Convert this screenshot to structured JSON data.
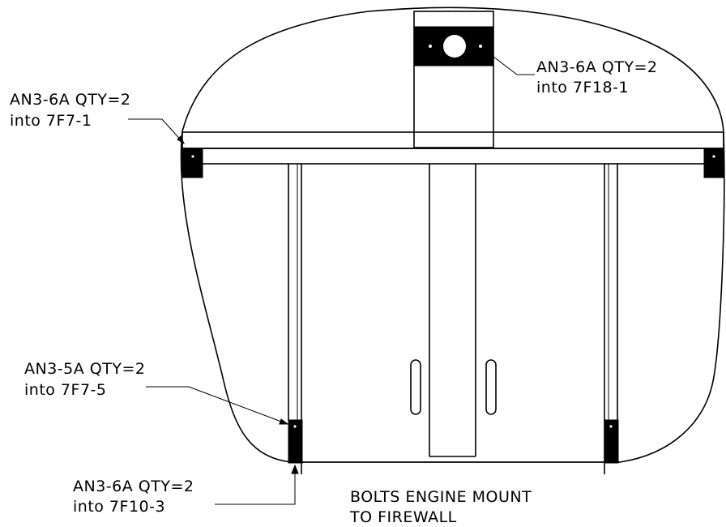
{
  "callouts": {
    "top_right": {
      "line1": "AN3-6A QTY=2",
      "line2": "into 7F18-1"
    },
    "top_left": {
      "line1": "AN3-6A QTY=2",
      "line2": "into 7F7-1"
    },
    "mid_left": {
      "line1": "AN3-5A QTY=2",
      "line2": "into 7F7-5"
    },
    "bottom_left": {
      "line1": "AN3-6A QTY=2",
      "line2": "into 7F10-3"
    }
  },
  "note": {
    "line1": "BOLTS ENGINE MOUNT",
    "line2": "TO FIREWALL"
  },
  "colors": {
    "line": "#000000",
    "background": "#ffffff"
  }
}
